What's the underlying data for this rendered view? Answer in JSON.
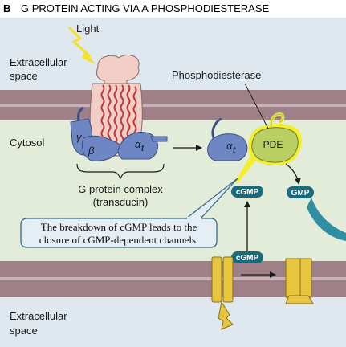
{
  "figure": {
    "panel_letter": "B",
    "title": "G PROTEIN ACTING VIA A PHOSPHODIESTERASE"
  },
  "regions": {
    "extracellular_top": [
      "Extracellular",
      "space"
    ],
    "cytosol": "Cytosol",
    "extracellular_bottom": [
      "Extracellular",
      "space"
    ]
  },
  "labels": {
    "light": "Light",
    "phosphodiesterase": "Phosphodiesterase",
    "pde": "PDE",
    "g_protein_complex": [
      "G protein complex",
      "(transducin)"
    ],
    "gamma": "γ",
    "beta": "β",
    "alpha_t": "α",
    "alpha_sub": "t",
    "cgmp": "cGMP",
    "gmp": "GMP"
  },
  "callout": {
    "lines": [
      "The breakdown of cGMP leads to the",
      "closure of cGMP-dependent channels."
    ]
  },
  "colors": {
    "membrane_band": "#a08088",
    "membrane_line": "#c8b4b8",
    "cytosol": "#e2ecd8",
    "extracellular": "#dfe7ef",
    "rhodopsin": "#f2cfc6",
    "helix": "#c0343a",
    "g_protein": "#6e86c4",
    "pde_fill": "#b9cf63",
    "pde_glow": "#f5ee2a",
    "channel": "#e7c53f",
    "pill": "#176b7c",
    "callout_fill": "#e6eef5",
    "callout_border": "#3a6b8c"
  }
}
